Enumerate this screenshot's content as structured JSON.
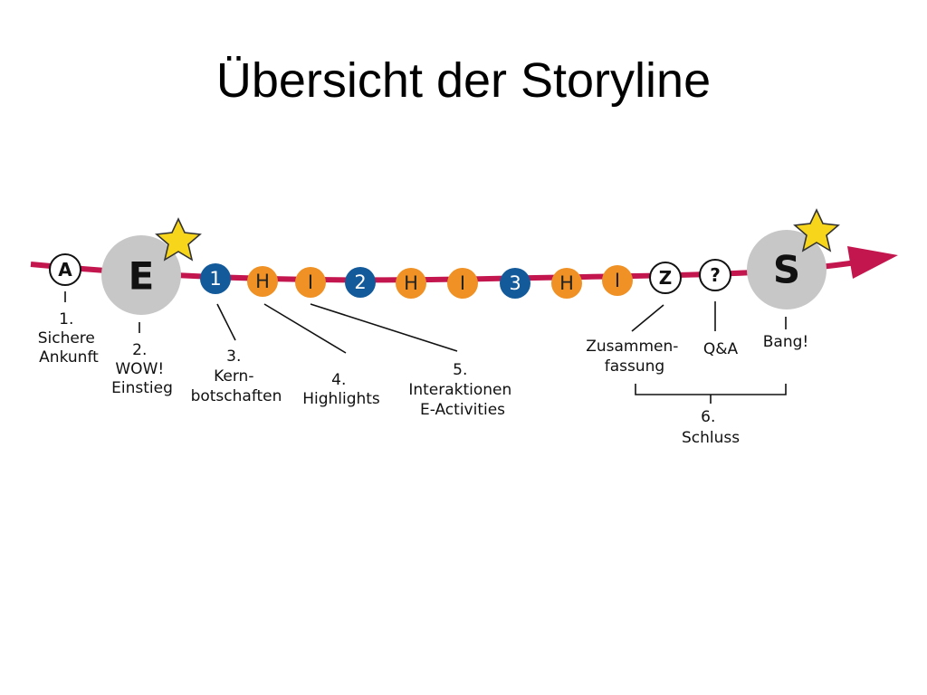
{
  "title": "Übersicht der Storyline",
  "colors": {
    "line": "#c4164e",
    "gray_node": "#c7c7c7",
    "orange": "#ef9124",
    "blue": "#135a9a",
    "star": "#f7d51b"
  },
  "nodes": {
    "a": "A",
    "e": "E",
    "n1": "1",
    "h1": "H",
    "i1": "I",
    "n2": "2",
    "h2": "H",
    "i2": "I",
    "n3": "3",
    "h3": "H",
    "i3": "I",
    "z": "Z",
    "q": "?",
    "s": "S"
  },
  "captions": {
    "c1": [
      "1.",
      "Sichere",
      "Ankunft"
    ],
    "c2": [
      "2.",
      "WOW!",
      "Einstieg"
    ],
    "c3": [
      "3.",
      "Kern-",
      "botschaften"
    ],
    "c4": [
      "4.",
      "Highlights"
    ],
    "c5": [
      "5.",
      "Interaktionen",
      "E-Activities"
    ],
    "zus": [
      "Zusammen-",
      "fassung"
    ],
    "qa": [
      "Q&A"
    ],
    "bang": [
      "Bang!"
    ],
    "c6": [
      "6.",
      "Schluss"
    ]
  }
}
